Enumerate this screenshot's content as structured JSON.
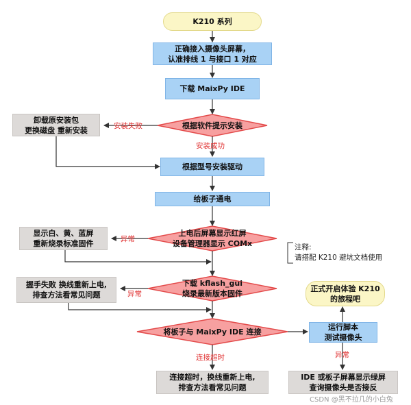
{
  "nodes": {
    "start": "K210 系列",
    "connect_camera": [
      "正确接入摄像头屏幕，",
      "认准排线 1 与接口 1 对应"
    ],
    "download_ide": "下载 MaixPy IDE",
    "install_by_prompt": "根据软件提示安装",
    "reinstall": [
      "卸载原安装包",
      "更换磁盘 重新安装"
    ],
    "install_driver": "根据型号安装驱动",
    "power_board": "给板子通电",
    "screen_check": [
      "上电后屏幕显示红屏",
      "设备管理器显示 COMx"
    ],
    "reflash_std": [
      "显示白、黄、蓝屏",
      "重新烧录标准固件"
    ],
    "kflash": [
      "下载 kflash_gui",
      "烧录最新版本固件"
    ],
    "handshake_fail": [
      "握手失败 换线重新上电,",
      "排查方法看常见问题"
    ],
    "connect_ide": "将板子与 MaixPy IDE 连接",
    "timeout_fix": [
      "连接超时，换线重新上电,",
      "排查方法看常见问题"
    ],
    "run_script": [
      "运行脚本",
      "测试摄像头"
    ],
    "camera_check": [
      "IDE 或板子屏幕显示绿屏",
      "查询摄像头是否接反"
    ],
    "end": [
      "正式开启体验 K210",
      "的旅程吧"
    ]
  },
  "labels": {
    "install_fail": "安装失败",
    "install_ok": "安装成功",
    "abnormal1": "异常",
    "abnormal2": "异常",
    "timeout": "连接超时",
    "abnormal3": "异常"
  },
  "note": [
    "注释:",
    "请搭配 K210 避坑文档使用"
  ],
  "watermark": "CSDN @黑不拉几的小白兔",
  "colors": {
    "terminal_fill": "#fbf6c6",
    "process_fill": "#a9d2f5",
    "decision_fill": "#f7a0a0",
    "decision_stroke": "#e34a4a",
    "grey_fill": "#dddad8",
    "label_red": "#e03030"
  }
}
